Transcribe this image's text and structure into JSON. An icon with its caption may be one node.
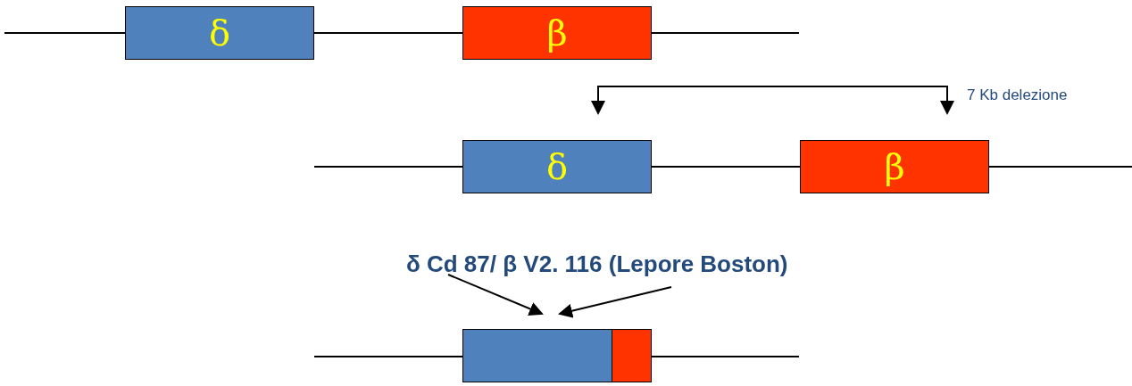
{
  "diagram": {
    "nodes": [
      {
        "text": [
          "δ"
        ]
      },
      {
        "text": [
          "β"
        ]
      },
      {
        "text": [
          "δ"
        ]
      },
      {
        "text": [
          "β"
        ]
      },
      {
        "text": [],
        "shape": "box"
      },
      {
        "text": [],
        "shape": "box"
      },
      {
        "text": [
          "δ Cd 87/ β V2. 116 (Lepore Boston)"
        ]
      }
    ],
    "edges": [
      {
        "from": 0,
        "to": 1,
        "arrow": "none"
      },
      {
        "from": 2,
        "to": 3,
        "arrow": "none"
      },
      {
        "from": 6,
        "to": 4,
        "arrow": "to"
      },
      {
        "from": 6,
        "to": 4,
        "arrow": "to"
      }
    ],
    "labels": [
      "7 Kb delezione"
    ]
  }
}
